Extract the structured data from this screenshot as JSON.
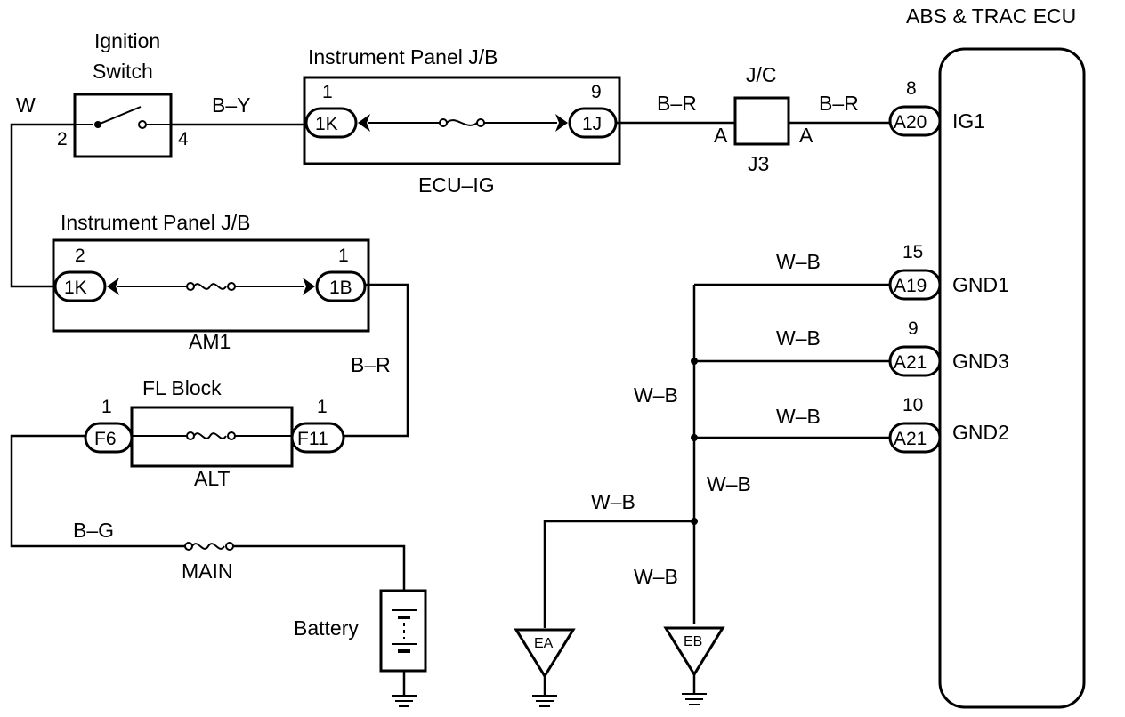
{
  "ecu": {
    "title": "ABS & TRAC ECU"
  },
  "ignition_switch": {
    "line1": "Ignition",
    "line2": "Switch",
    "pin_in": "2",
    "pin_out": "4"
  },
  "jb_top": {
    "title": "Instrument Panel J/B",
    "left_conn": "1K",
    "left_pin": "1",
    "right_conn": "1J",
    "right_pin": "9",
    "fuse": "ECU–IG"
  },
  "jb_mid": {
    "title": "Instrument Panel J/B",
    "left_conn": "1K",
    "left_pin": "2",
    "right_conn": "1B",
    "right_pin": "1",
    "fuse": "AM1"
  },
  "fl_block": {
    "title": "FL Block",
    "left_conn": "F6",
    "left_pin": "1",
    "right_conn": "F11",
    "right_pin": "1",
    "fuse": "ALT"
  },
  "main_fuse": {
    "label": "MAIN"
  },
  "battery": {
    "label": "Battery"
  },
  "jc": {
    "title": "J/C",
    "code": "J3",
    "left_pin": "A",
    "right_pin": "A"
  },
  "ecu_pins": {
    "ig1": {
      "conn": "A20",
      "pin": "8",
      "name": "IG1"
    },
    "gnd1": {
      "conn": "A19",
      "pin": "15",
      "name": "GND1"
    },
    "gnd3": {
      "conn": "A21",
      "pin": "9",
      "name": "GND3"
    },
    "gnd2": {
      "conn": "A21",
      "pin": "10",
      "name": "GND2"
    }
  },
  "grounds": {
    "ea": "EA",
    "eb": "EB"
  },
  "wires": {
    "w": "W",
    "b_y": "B–Y",
    "b_r_1": "B–R",
    "b_r_2": "B–R",
    "b_r_3": "B–R",
    "b_g": "B–G",
    "wb_gnd1": "W–B",
    "wb_gnd3": "W–B",
    "wb_gnd2": "W–B",
    "wb_vert1": "W–B",
    "wb_vert2": "W–B",
    "wb_ea": "W–B",
    "wb_eb": "W–B"
  }
}
